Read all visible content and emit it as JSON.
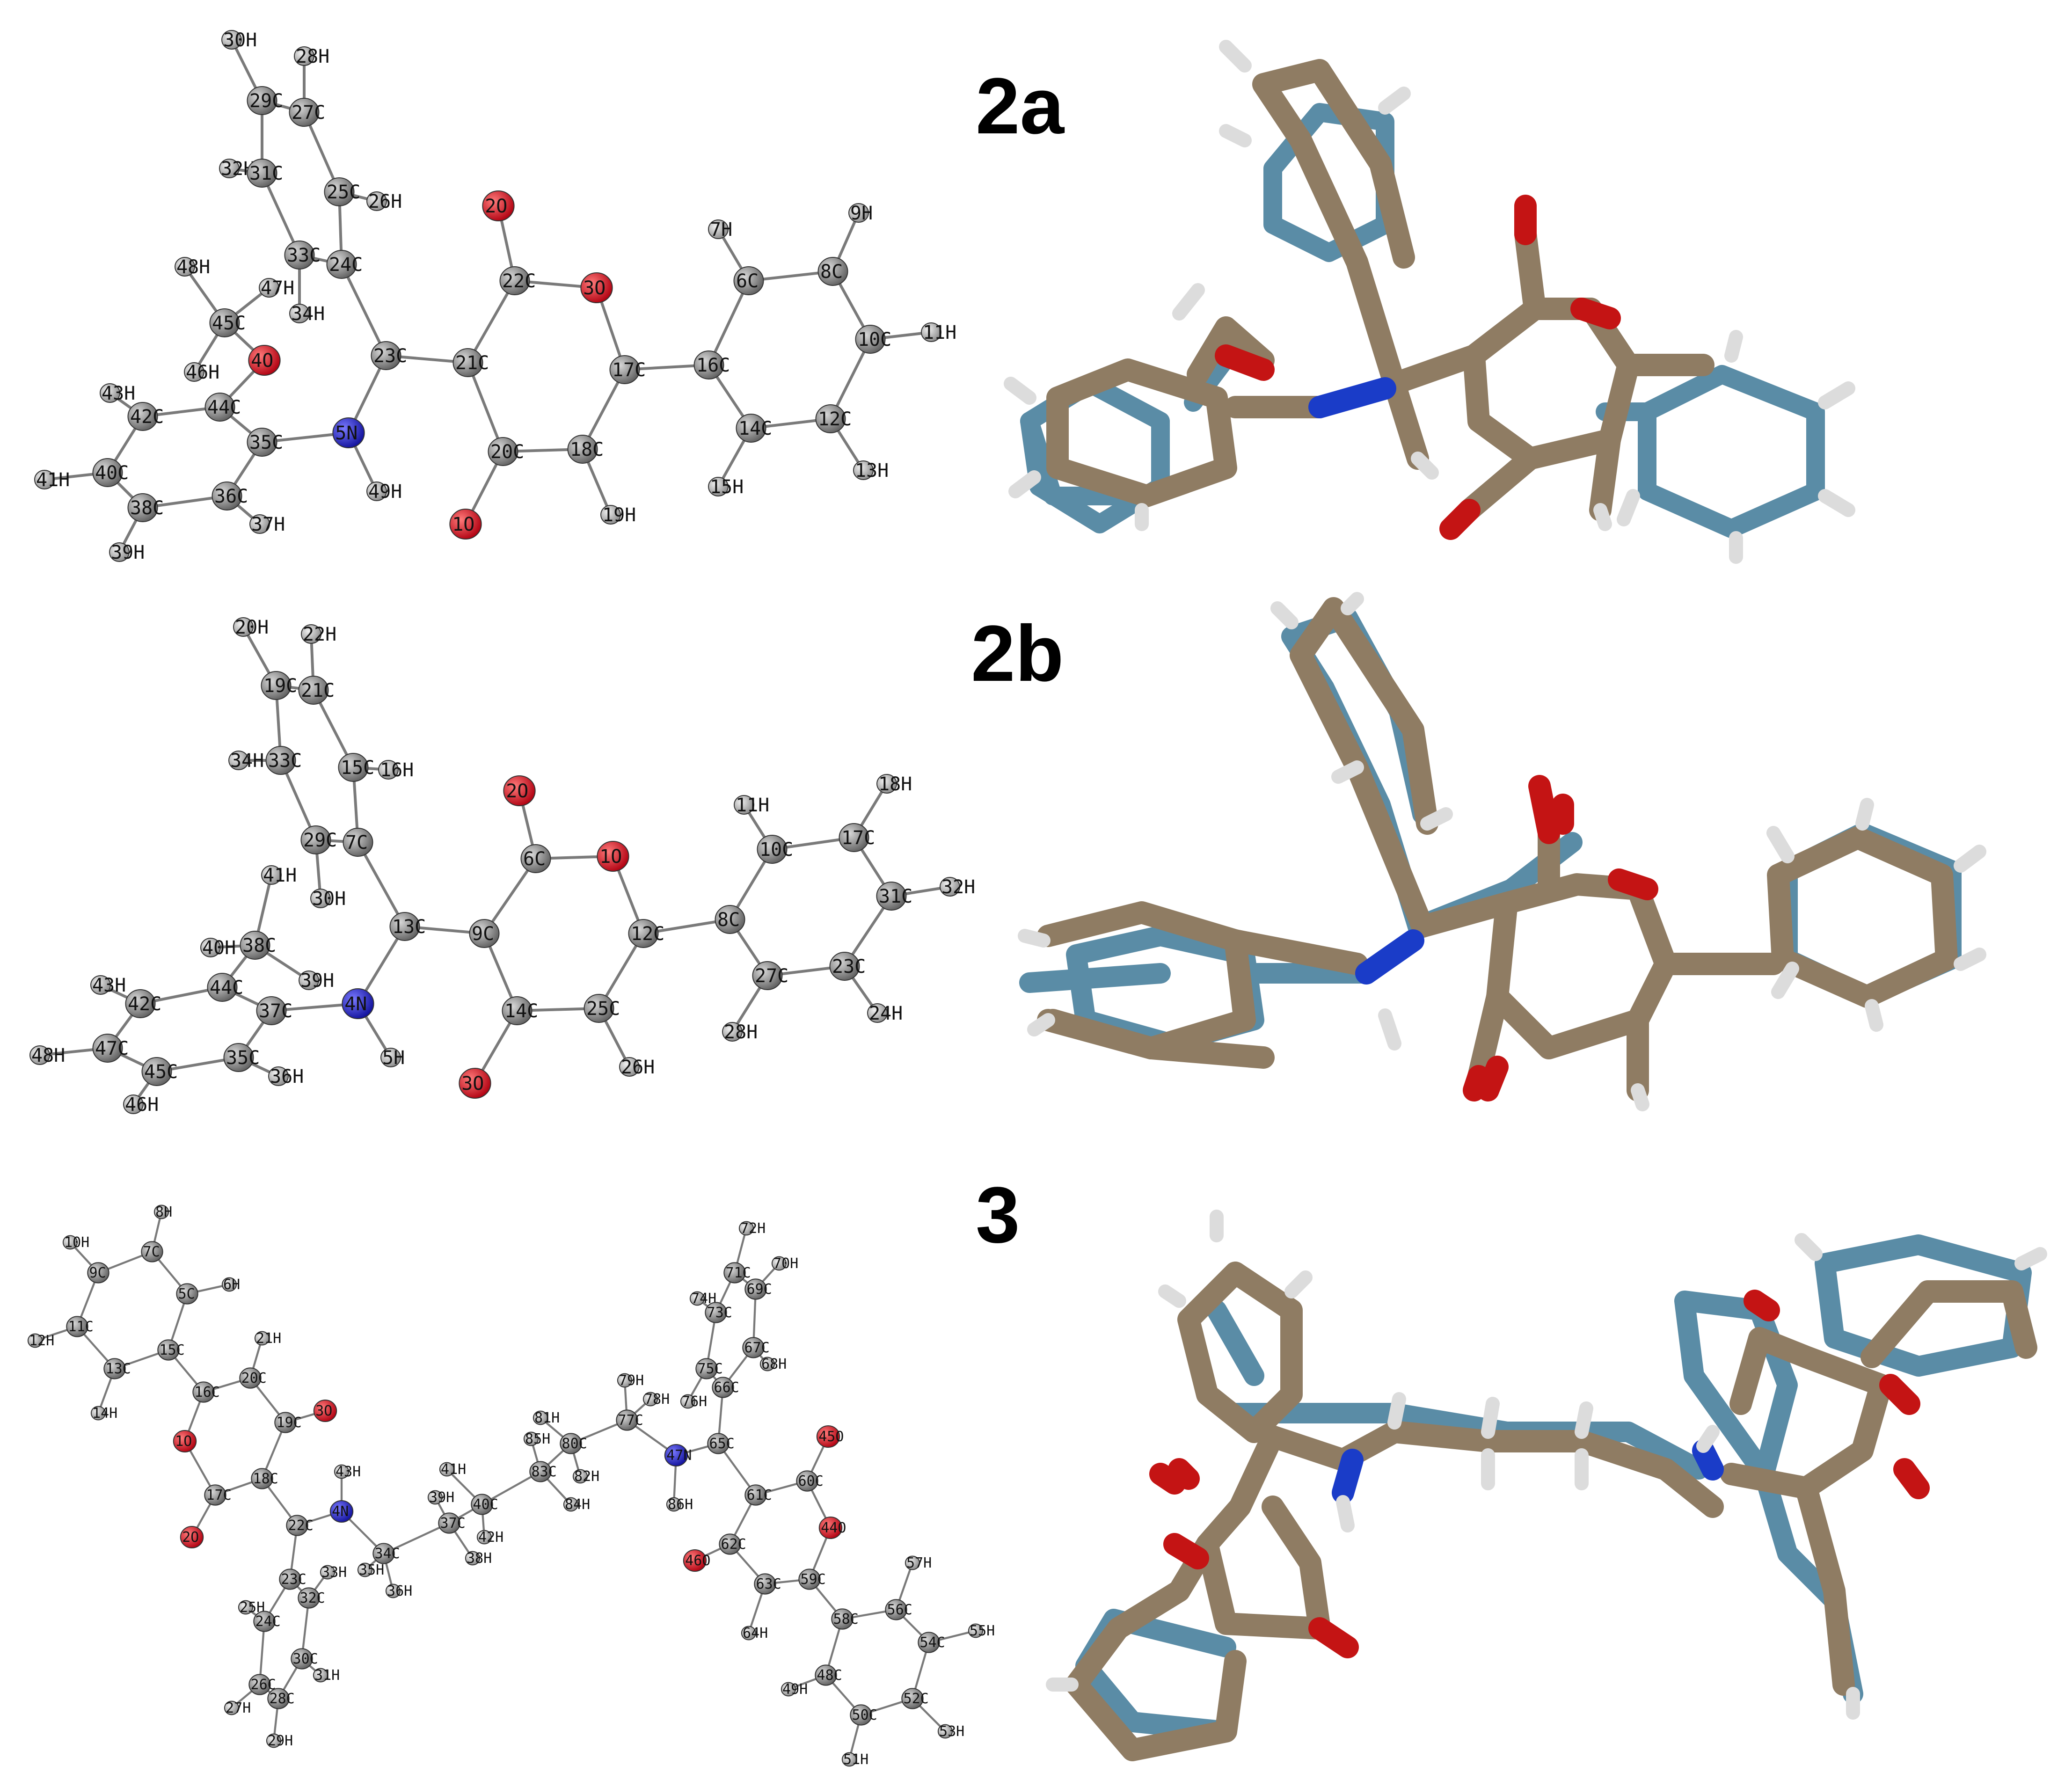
{
  "panels": [
    {
      "label": "2a",
      "atoms": [
        {
          "id": "30H",
          "el": "H"
        },
        {
          "id": "28H",
          "el": "H"
        },
        {
          "id": "29C",
          "el": "C"
        },
        {
          "id": "27C",
          "el": "C"
        },
        {
          "id": "32H",
          "el": "H"
        },
        {
          "id": "31C",
          "el": "C"
        },
        {
          "id": "25C",
          "el": "C"
        },
        {
          "id": "26H",
          "el": "H"
        },
        {
          "id": "2O",
          "el": "O"
        },
        {
          "id": "7H",
          "el": "H"
        },
        {
          "id": "9H",
          "el": "H"
        },
        {
          "id": "48H",
          "el": "H"
        },
        {
          "id": "33C",
          "el": "C"
        },
        {
          "id": "24C",
          "el": "C"
        },
        {
          "id": "22C",
          "el": "C"
        },
        {
          "id": "3O",
          "el": "O"
        },
        {
          "id": "6C",
          "el": "C"
        },
        {
          "id": "8C",
          "el": "C"
        },
        {
          "id": "47H",
          "el": "H"
        },
        {
          "id": "45C",
          "el": "C"
        },
        {
          "id": "34H",
          "el": "H"
        },
        {
          "id": "10C",
          "el": "C"
        },
        {
          "id": "11H",
          "el": "H"
        },
        {
          "id": "46H",
          "el": "H"
        },
        {
          "id": "4O",
          "el": "O"
        },
        {
          "id": "23C",
          "el": "C"
        },
        {
          "id": "21C",
          "el": "C"
        },
        {
          "id": "17C",
          "el": "C"
        },
        {
          "id": "16C",
          "el": "C"
        },
        {
          "id": "43H",
          "el": "H"
        },
        {
          "id": "42C",
          "el": "C"
        },
        {
          "id": "44C",
          "el": "C"
        },
        {
          "id": "35C",
          "el": "C"
        },
        {
          "id": "5N",
          "el": "N"
        },
        {
          "id": "14C",
          "el": "C"
        },
        {
          "id": "12C",
          "el": "C"
        },
        {
          "id": "20C",
          "el": "C"
        },
        {
          "id": "18C",
          "el": "C"
        },
        {
          "id": "41H",
          "el": "H"
        },
        {
          "id": "40C",
          "el": "C"
        },
        {
          "id": "36C",
          "el": "C"
        },
        {
          "id": "49H",
          "el": "H"
        },
        {
          "id": "13H",
          "el": "H"
        },
        {
          "id": "38C",
          "el": "C"
        },
        {
          "id": "15H",
          "el": "H"
        },
        {
          "id": "37H",
          "el": "H"
        },
        {
          "id": "19H",
          "el": "H"
        },
        {
          "id": "39H",
          "el": "H"
        },
        {
          "id": "1O",
          "el": "O"
        }
      ]
    },
    {
      "label": "2b",
      "atoms": [
        {
          "id": "20H",
          "el": "H"
        },
        {
          "id": "22H",
          "el": "H"
        },
        {
          "id": "19C",
          "el": "C"
        },
        {
          "id": "21C",
          "el": "C"
        },
        {
          "id": "34H",
          "el": "H"
        },
        {
          "id": "33C",
          "el": "C"
        },
        {
          "id": "15C",
          "el": "C"
        },
        {
          "id": "16H",
          "el": "H"
        },
        {
          "id": "2O",
          "el": "O"
        },
        {
          "id": "18H",
          "el": "H"
        },
        {
          "id": "11H",
          "el": "H"
        },
        {
          "id": "29C",
          "el": "C"
        },
        {
          "id": "7C",
          "el": "C"
        },
        {
          "id": "17C",
          "el": "C"
        },
        {
          "id": "6C",
          "el": "C"
        },
        {
          "id": "1O",
          "el": "O"
        },
        {
          "id": "10C",
          "el": "C"
        },
        {
          "id": "31C",
          "el": "C"
        },
        {
          "id": "32H",
          "el": "H"
        },
        {
          "id": "41H",
          "el": "H"
        },
        {
          "id": "30H",
          "el": "H"
        },
        {
          "id": "8C",
          "el": "C"
        },
        {
          "id": "12C",
          "el": "C"
        },
        {
          "id": "13C",
          "el": "C"
        },
        {
          "id": "9C",
          "el": "C"
        },
        {
          "id": "40H",
          "el": "H"
        },
        {
          "id": "38C",
          "el": "C"
        },
        {
          "id": "39H",
          "el": "H"
        },
        {
          "id": "27C",
          "el": "C"
        },
        {
          "id": "23C",
          "el": "C"
        },
        {
          "id": "43H",
          "el": "H"
        },
        {
          "id": "42C",
          "el": "C"
        },
        {
          "id": "44C",
          "el": "C"
        },
        {
          "id": "37C",
          "el": "C"
        },
        {
          "id": "4N",
          "el": "N"
        },
        {
          "id": "14C",
          "el": "C"
        },
        {
          "id": "25C",
          "el": "C"
        },
        {
          "id": "24H",
          "el": "H"
        },
        {
          "id": "48H",
          "el": "H"
        },
        {
          "id": "47C",
          "el": "C"
        },
        {
          "id": "35C",
          "el": "C"
        },
        {
          "id": "45C",
          "el": "C"
        },
        {
          "id": "36H",
          "el": "H"
        },
        {
          "id": "5H",
          "el": "H"
        },
        {
          "id": "26H",
          "el": "H"
        },
        {
          "id": "28H",
          "el": "H"
        },
        {
          "id": "46H",
          "el": "H"
        },
        {
          "id": "3O",
          "el": "O"
        }
      ]
    },
    {
      "label": "3",
      "atoms": [
        {
          "id": "8H",
          "el": "H"
        },
        {
          "id": "10H",
          "el": "H"
        },
        {
          "id": "7C",
          "el": "C"
        },
        {
          "id": "9C",
          "el": "C"
        },
        {
          "id": "5C",
          "el": "C"
        },
        {
          "id": "6H",
          "el": "H"
        },
        {
          "id": "12H",
          "el": "H"
        },
        {
          "id": "11C",
          "el": "C"
        },
        {
          "id": "15C",
          "el": "C"
        },
        {
          "id": "21H",
          "el": "H"
        },
        {
          "id": "13C",
          "el": "C"
        },
        {
          "id": "16C",
          "el": "C"
        },
        {
          "id": "20C",
          "el": "C"
        },
        {
          "id": "3O",
          "el": "O"
        },
        {
          "id": "14H",
          "el": "H"
        },
        {
          "id": "19C",
          "el": "C"
        },
        {
          "id": "1O",
          "el": "O"
        },
        {
          "id": "18C",
          "el": "C"
        },
        {
          "id": "17C",
          "el": "C"
        },
        {
          "id": "43H",
          "el": "H"
        },
        {
          "id": "4N",
          "el": "N"
        },
        {
          "id": "2O",
          "el": "O"
        },
        {
          "id": "22C",
          "el": "C"
        },
        {
          "id": "41H",
          "el": "H"
        },
        {
          "id": "39H",
          "el": "H"
        },
        {
          "id": "37C",
          "el": "C"
        },
        {
          "id": "40C",
          "el": "C"
        },
        {
          "id": "34C",
          "el": "C"
        },
        {
          "id": "35H",
          "el": "H"
        },
        {
          "id": "36H",
          "el": "H"
        },
        {
          "id": "42H",
          "el": "H"
        },
        {
          "id": "38H",
          "el": "H"
        },
        {
          "id": "33H",
          "el": "H"
        },
        {
          "id": "23C",
          "el": "C"
        },
        {
          "id": "32C",
          "el": "C"
        },
        {
          "id": "25H",
          "el": "H"
        },
        {
          "id": "24C",
          "el": "C"
        },
        {
          "id": "30C",
          "el": "C"
        },
        {
          "id": "31H",
          "el": "H"
        },
        {
          "id": "26C",
          "el": "C"
        },
        {
          "id": "28C",
          "el": "C"
        },
        {
          "id": "27H",
          "el": "H"
        },
        {
          "id": "29H",
          "el": "H"
        },
        {
          "id": "81H",
          "el": "H"
        },
        {
          "id": "85H",
          "el": "H"
        },
        {
          "id": "83C",
          "el": "C"
        },
        {
          "id": "80C",
          "el": "C"
        },
        {
          "id": "82H",
          "el": "H"
        },
        {
          "id": "84H",
          "el": "H"
        },
        {
          "id": "79H",
          "el": "H"
        },
        {
          "id": "78H",
          "el": "H"
        },
        {
          "id": "77C",
          "el": "C"
        },
        {
          "id": "47N",
          "el": "N"
        },
        {
          "id": "86H",
          "el": "H"
        },
        {
          "id": "72H",
          "el": "H"
        },
        {
          "id": "71C",
          "el": "C"
        },
        {
          "id": "70H",
          "el": "H"
        },
        {
          "id": "74H",
          "el": "H"
        },
        {
          "id": "73C",
          "el": "C"
        },
        {
          "id": "69C",
          "el": "C"
        },
        {
          "id": "67C",
          "el": "C"
        },
        {
          "id": "68H",
          "el": "H"
        },
        {
          "id": "75C",
          "el": "C"
        },
        {
          "id": "66C",
          "el": "C"
        },
        {
          "id": "76H",
          "el": "H"
        },
        {
          "id": "65C",
          "el": "C"
        },
        {
          "id": "45O",
          "el": "O"
        },
        {
          "id": "61C",
          "el": "C"
        },
        {
          "id": "60C",
          "el": "C"
        },
        {
          "id": "44O",
          "el": "O"
        },
        {
          "id": "46O",
          "el": "O"
        },
        {
          "id": "62C",
          "el": "C"
        },
        {
          "id": "59C",
          "el": "C"
        },
        {
          "id": "63C",
          "el": "C"
        },
        {
          "id": "57H",
          "el": "H"
        },
        {
          "id": "58C",
          "el": "C"
        },
        {
          "id": "56C",
          "el": "C"
        },
        {
          "id": "55H",
          "el": "H"
        },
        {
          "id": "64H",
          "el": "H"
        },
        {
          "id": "54C",
          "el": "C"
        },
        {
          "id": "48C",
          "el": "C"
        },
        {
          "id": "49H",
          "el": "H"
        },
        {
          "id": "52C",
          "el": "C"
        },
        {
          "id": "50C",
          "el": "C"
        },
        {
          "id": "53H",
          "el": "H"
        },
        {
          "id": "51H",
          "el": "H"
        }
      ]
    }
  ],
  "colors": {
    "carbon_ball": "#8c8c8c",
    "hydrogen_ball": "#b4b4b4",
    "oxygen_ball": "#e0101a",
    "nitrogen_ball": "#1515c8",
    "bond": "#7a7a7a",
    "stick_tan": "#8f7c63",
    "stick_blue": "#5a8ca6",
    "stick_oxygen": "#c41414",
    "stick_nitrogen": "#1a3cc8",
    "stick_hydrogen": "#dcdcdc"
  }
}
